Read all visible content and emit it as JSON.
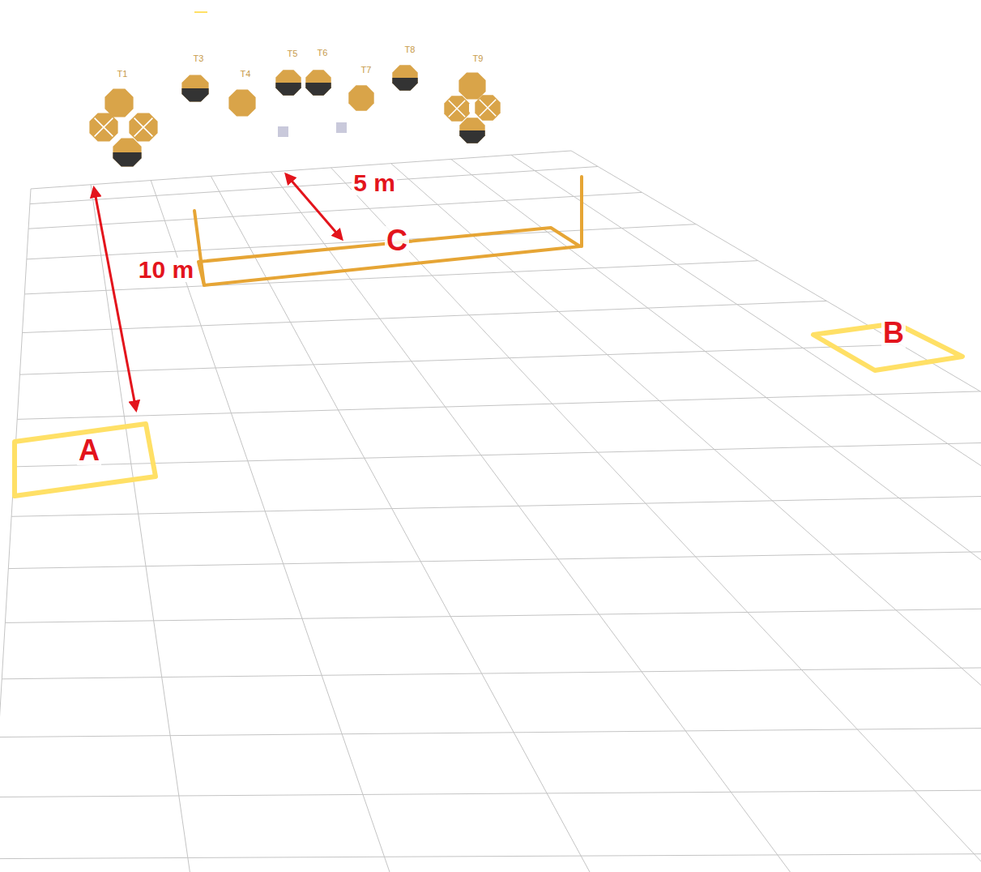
{
  "diagram": {
    "nodes": [
      {
        "text": [
          "C"
        ]
      },
      {
        "text": [
          "B"
        ]
      },
      {
        "text": [
          "A"
        ]
      }
    ],
    "labels": [
      "T1",
      "T3",
      "T4",
      "T5",
      "T6",
      "T7",
      "T8",
      "T9",
      "10 m",
      "5 m"
    ]
  }
}
